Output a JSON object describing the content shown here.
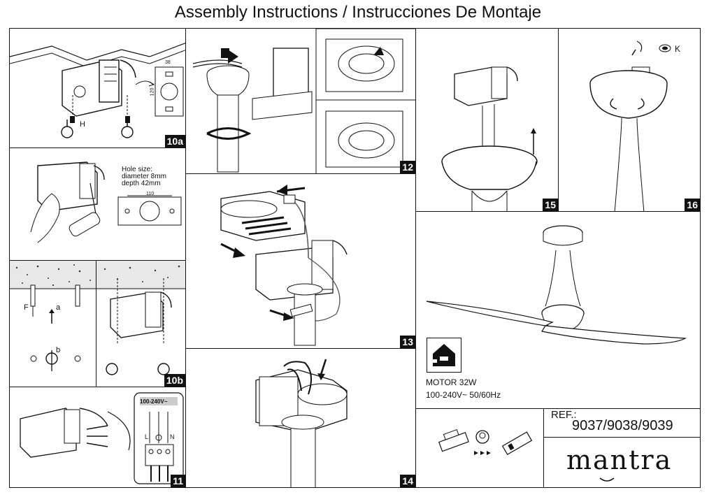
{
  "title": "Assembly Instructions / Instrucciones De Montaje",
  "steps": {
    "s10a": "10a",
    "s10b": "10b",
    "s11": "11",
    "s12": "12",
    "s13": "13",
    "s14": "14",
    "s15": "15",
    "s16": "16"
  },
  "labels": {
    "H": "H",
    "dim38": "38",
    "dim120": "120",
    "hole1": "Hole size:",
    "hole2": "diameter 8mm",
    "hole3": "depth 42mm",
    "dim110": "110",
    "F": "F",
    "a": "a",
    "b": "b",
    "voltage_tag": "100-240V~",
    "L": "L",
    "N": "N",
    "K": "K"
  },
  "specs": {
    "motor": "MOTOR 32W",
    "power": "100-240V~ 50/60Hz"
  },
  "ref": {
    "label": "REF.:",
    "value": "9037/9038/9039"
  },
  "brand": {
    "name": "mantra"
  }
}
